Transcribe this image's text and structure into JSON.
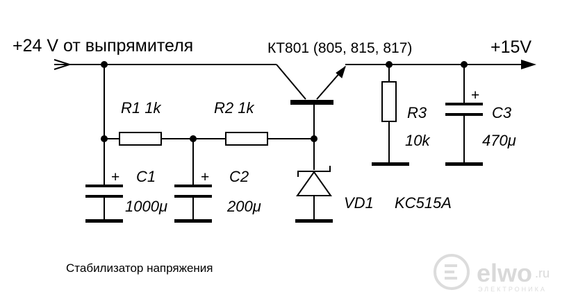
{
  "labels": {
    "input": "+24 V от выпрямителя",
    "transistor": "КТ801 (805, 815, 817)",
    "output": "+15V",
    "r1": "R1  1k",
    "r2": "R2  1k",
    "r3": "R3",
    "r3_value": "10k",
    "c1": "C1",
    "c1_value": "1000μ",
    "c2": "C2",
    "c2_value": "200μ",
    "c3": "C3",
    "c3_value": "470μ",
    "vd1": "VD1",
    "vd1_type": "KC515A",
    "plus": "+",
    "caption": "Стабилизатор напряжения"
  },
  "watermark": {
    "text_main": "elwo",
    "text_suffix": ".ru",
    "text_sub": "ЭЛЕКТРОНИКА",
    "color": "#d9d9d9"
  }
}
